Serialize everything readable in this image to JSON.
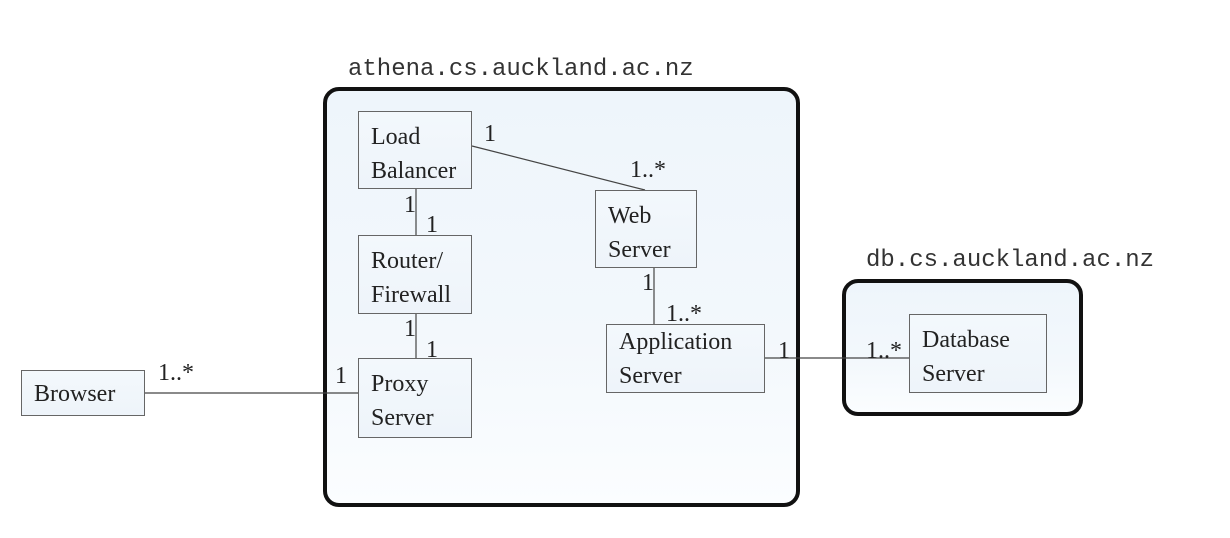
{
  "nodes": {
    "athena": {
      "label": "athena.cs.auckland.ac.nz"
    },
    "db": {
      "label": "db.cs.auckland.ac.nz"
    }
  },
  "components": {
    "browser": {
      "line1": "Browser"
    },
    "load_balancer": {
      "line1": "Load",
      "line2": "Balancer"
    },
    "router_firewall": {
      "line1": "Router/",
      "line2": "Firewall"
    },
    "proxy_server": {
      "line1": "Proxy",
      "line2": "Server"
    },
    "web_server": {
      "line1": "Web",
      "line2": "Server"
    },
    "application_server": {
      "line1": "Application",
      "line2": "Server"
    },
    "database_server": {
      "line1": "Database",
      "line2": "Server"
    }
  },
  "multiplicities": {
    "lb_web_lb": "1",
    "lb_web_web": "1..*",
    "lb_router_lb": "1",
    "lb_router_router": "1",
    "router_proxy_router": "1",
    "router_proxy_proxy": "1",
    "browser_proxy_browser": "1..*",
    "browser_proxy_proxy": "1",
    "web_app_web": "1",
    "web_app_app": "1..*",
    "app_db_app": "1",
    "app_db_db": "1..*"
  }
}
